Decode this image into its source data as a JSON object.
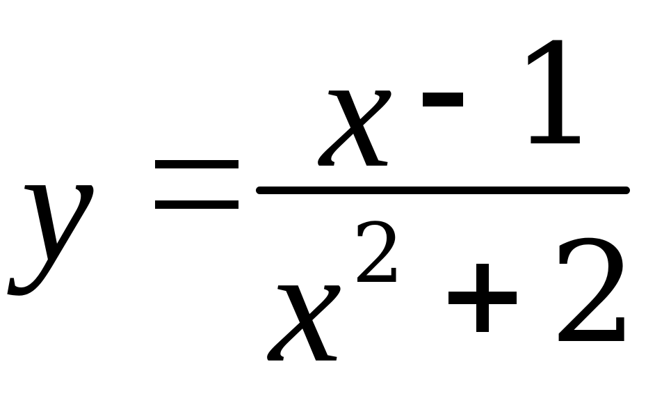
{
  "formula": {
    "lhs": {
      "variable": "y"
    },
    "operator": {
      "label": "="
    },
    "numerator": {
      "variable": "x",
      "operator": "-",
      "constant": "1"
    },
    "denominator": {
      "variable": "x",
      "exponent": "2",
      "operator": "+",
      "constant": "2"
    }
  }
}
